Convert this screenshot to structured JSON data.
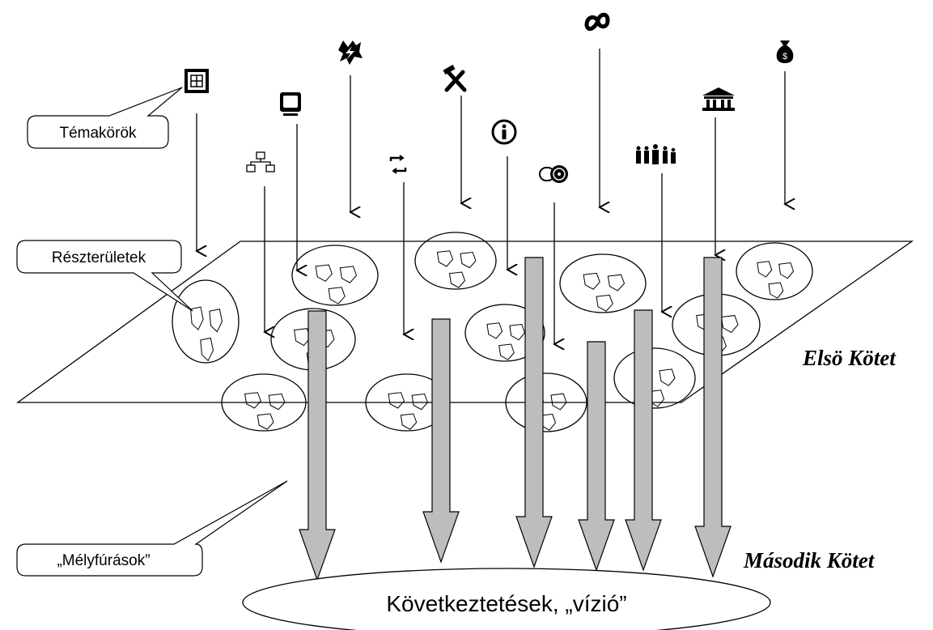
{
  "callouts": {
    "topics": "Témakörök",
    "subareas": "Részterületek",
    "drillings": "„Mélyfúrások”"
  },
  "volumes": {
    "first": "Elsö Kötet",
    "second": "Második Kötet"
  },
  "conclusion": "Következtetések, „vízió”",
  "icons": [
    "picture-frame-icon",
    "television-icon",
    "network-icon",
    "lightning-icon",
    "refresh-cycle-icon",
    "tools-icon",
    "info-icon",
    "dial-icon",
    "infinity-icon",
    "family-icon",
    "bank-icon",
    "money-bag-icon"
  ],
  "colors": {
    "stroke": "#000000",
    "drill_arrow_fill": "#bdbdbd",
    "background": "#ffffff"
  }
}
